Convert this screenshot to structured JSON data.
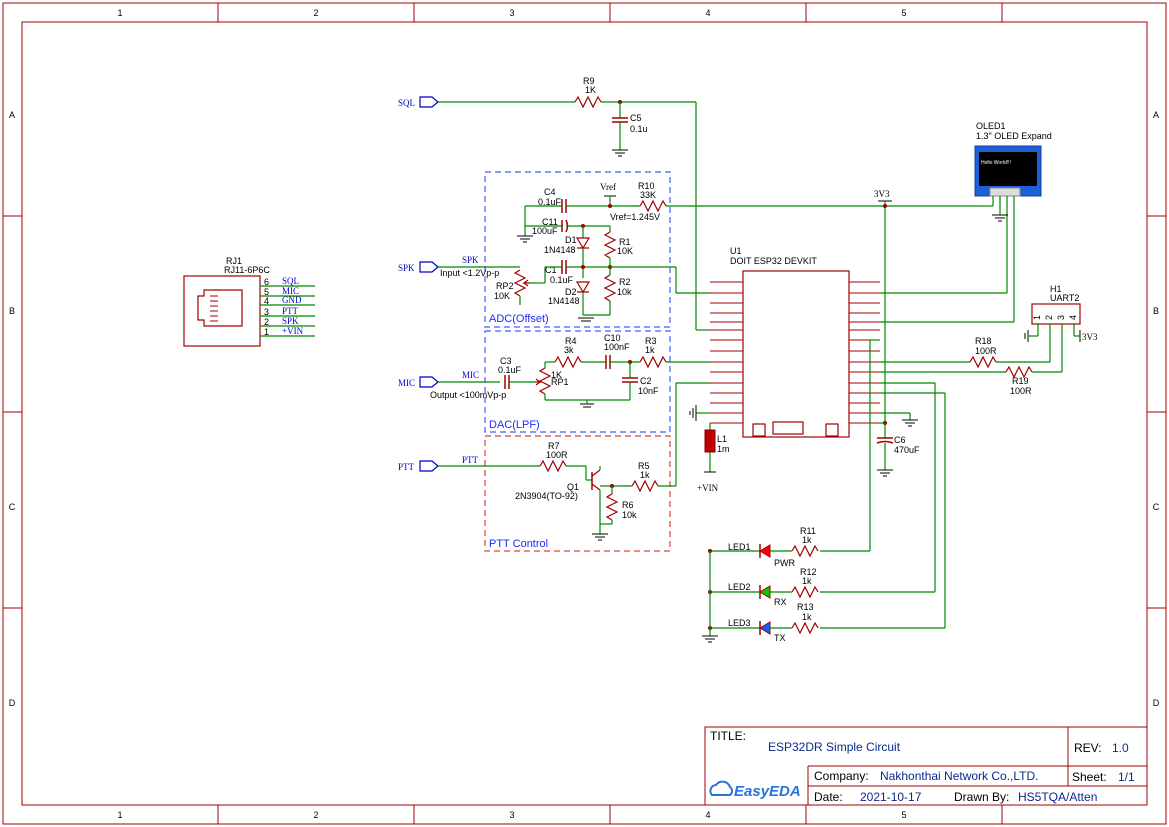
{
  "border": {
    "cols": [
      "1",
      "2",
      "3",
      "4",
      "5"
    ],
    "rows": [
      "A",
      "B",
      "C",
      "D"
    ]
  },
  "nets": {
    "sql": "SQL",
    "spk": "SPK",
    "mic": "MIC",
    "ptt": "PTT",
    "spk_note": "Input <1.2Vp-p",
    "mic_note": "Output <100mVp-p",
    "vref": "Vref",
    "vref_val": "Vref=1.245V",
    "v3v3": "3V3",
    "v3v3_b": "3V3",
    "vin": "+VIN"
  },
  "groups": {
    "adc": "ADC(Offset)",
    "dac": "DAC(LPF)",
    "ptt": "PTT Control"
  },
  "rj1": {
    "ref": "RJ1",
    "model": "RJ11-6P6C",
    "pins": [
      {
        "num": "6",
        "name": "SQL"
      },
      {
        "num": "5",
        "name": "MIC"
      },
      {
        "num": "4",
        "name": "GND"
      },
      {
        "num": "3",
        "name": "PTT"
      },
      {
        "num": "2",
        "name": "SPK"
      },
      {
        "num": "1",
        "name": "+VIN"
      }
    ]
  },
  "parts": {
    "r9": {
      "ref": "R9",
      "val": "1K"
    },
    "c5": {
      "ref": "C5",
      "val": "0.1u"
    },
    "c4": {
      "ref": "C4",
      "val": "0.1uF"
    },
    "r10": {
      "ref": "R10",
      "val": "33K"
    },
    "c11": {
      "ref": "C11",
      "val": "100uF"
    },
    "d1": {
      "ref": "D1",
      "val": "1N4148"
    },
    "r1": {
      "ref": "R1",
      "val": "10K"
    },
    "c1": {
      "ref": "C1",
      "val": "0.1uF"
    },
    "d2": {
      "ref": "D2",
      "val": "1N4148"
    },
    "r2": {
      "ref": "R2",
      "val": "10k"
    },
    "rp2": {
      "ref": "RP2",
      "val": "10K"
    },
    "r4": {
      "ref": "R4",
      "val": "3k"
    },
    "c10": {
      "ref": "C10",
      "val": "100nF"
    },
    "r3": {
      "ref": "R3",
      "val": "1k"
    },
    "c3": {
      "ref": "C3",
      "val": "0.1uF"
    },
    "rp1": {
      "ref": "RP1",
      "val": "1K"
    },
    "c2": {
      "ref": "C2",
      "val": "10nF"
    },
    "r7": {
      "ref": "R7",
      "val": "100R"
    },
    "q1": {
      "ref": "Q1",
      "val": "2N3904(TO-92)"
    },
    "r5": {
      "ref": "R5",
      "val": "1k"
    },
    "r6": {
      "ref": "R6",
      "val": "10k"
    },
    "u1": {
      "ref": "U1",
      "val": "DOIT ESP32 DEVKIT"
    },
    "l1": {
      "ref": "L1",
      "val": "1m"
    },
    "c6": {
      "ref": "C6",
      "val": "470uF"
    },
    "oled": {
      "ref": "OLED1",
      "val": "1.3\" OLED Expand",
      "screen_text": "Hello World!!!"
    },
    "h1": {
      "ref": "H1",
      "val": "UART2",
      "pins": [
        "1",
        "2",
        "3",
        "4"
      ]
    },
    "r18": {
      "ref": "R18",
      "val": "100R"
    },
    "r19": {
      "ref": "R19",
      "val": "100R"
    },
    "led1": {
      "ref": "LED1",
      "label": "PWR"
    },
    "led2": {
      "ref": "LED2",
      "label": "RX"
    },
    "led3": {
      "ref": "LED3",
      "label": "TX"
    },
    "r11": {
      "ref": "R11",
      "val": "1k"
    },
    "r12": {
      "ref": "R12",
      "val": "1k"
    },
    "r13": {
      "ref": "R13",
      "val": "1k"
    }
  },
  "titleblock": {
    "title_label": "TITLE:",
    "title": "ESP32DR Simple Circuit",
    "rev_label": "REV:",
    "rev": "1.0",
    "company_label": "Company:",
    "company": "Nakhonthai Network Co.,LTD.",
    "sheet_label": "Sheet:",
    "sheet": "1/1",
    "date_label": "Date:",
    "date": "2021-10-17",
    "drawn_label": "Drawn By:",
    "drawn": "HS5TQA/Atten",
    "logo": "EasyEDA"
  },
  "colors": {
    "wire": "#008800",
    "part": "#a00000",
    "net_label": "#0000cc",
    "led_pwr": "#ff0000",
    "led_rx": "#00cc00",
    "led_tx": "#0066ff"
  }
}
